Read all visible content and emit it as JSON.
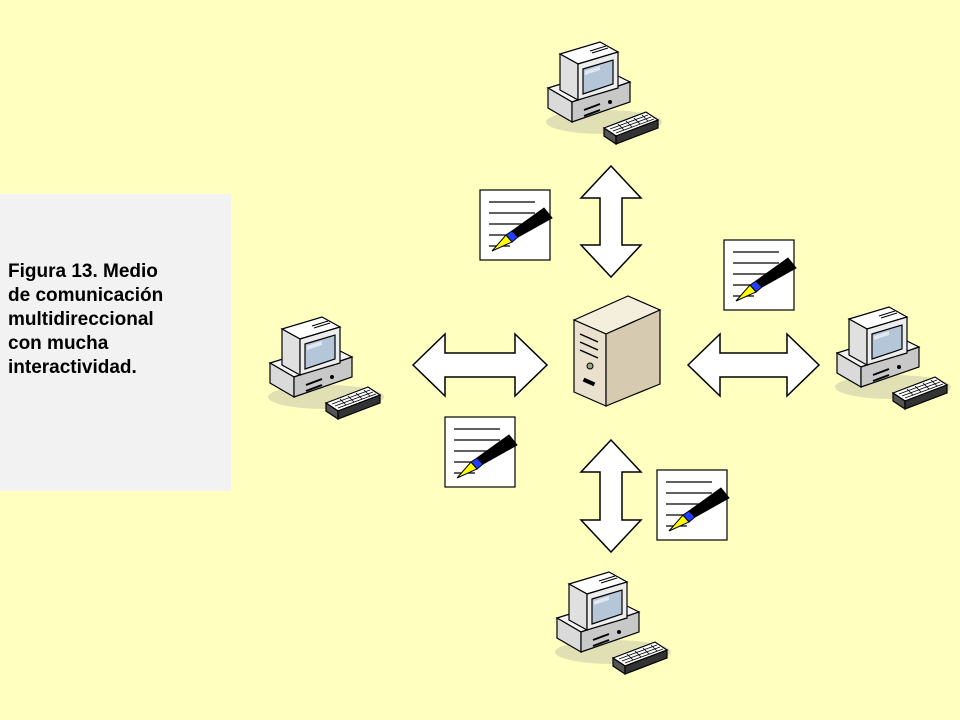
{
  "caption": {
    "lines": [
      "Figura 13.  Medio",
      "de comunicación",
      "multidireccional",
      "con mucha",
      "interactividad."
    ]
  },
  "diagram": {
    "nodes": [
      {
        "id": "server",
        "icon": "server-tower-icon"
      },
      {
        "id": "computer-top",
        "icon": "desktop-computer-icon"
      },
      {
        "id": "computer-left",
        "icon": "desktop-computer-icon"
      },
      {
        "id": "computer-right",
        "icon": "desktop-computer-icon"
      },
      {
        "id": "computer-bottom",
        "icon": "desktop-computer-icon"
      }
    ],
    "connections": [
      {
        "from": "server",
        "to": "computer-top",
        "icon": "double-arrow-vertical"
      },
      {
        "from": "server",
        "to": "computer-left",
        "icon": "double-arrow-horizontal"
      },
      {
        "from": "server",
        "to": "computer-right",
        "icon": "double-arrow-horizontal"
      },
      {
        "from": "server",
        "to": "computer-bottom",
        "icon": "double-arrow-vertical"
      }
    ],
    "documents": [
      {
        "icon": "document-pen-icon"
      },
      {
        "icon": "document-pen-icon"
      },
      {
        "icon": "document-pen-icon"
      },
      {
        "icon": "document-pen-icon"
      }
    ],
    "colors": {
      "background": "#FFFFC0",
      "caption_panel": "#F2F2F2",
      "monitor_body": "#EDEDED",
      "screen": "#B4C6D8",
      "server_body": "#E9E1CD",
      "pen_tip": "#FFFF00",
      "pen_band": "#1F3FFF"
    }
  }
}
